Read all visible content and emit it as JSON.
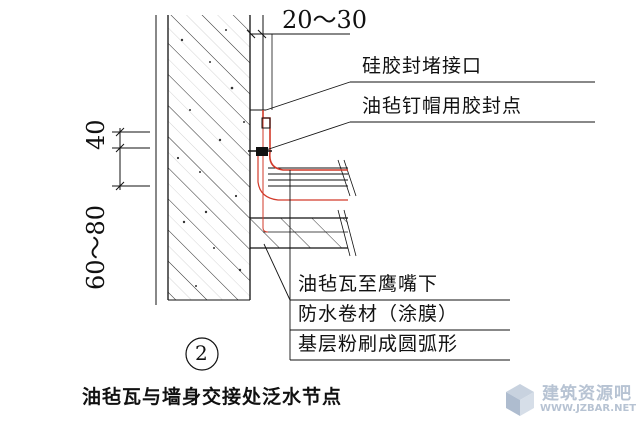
{
  "dimensions": {
    "top": "20～30",
    "vertical_small": "40",
    "vertical_large": "60～80"
  },
  "callouts": {
    "seal": "硅胶封堵接口",
    "nail": "油毡钉帽用胶封点",
    "tile": "油毡瓦至鹰嘴下",
    "membrane": "防水卷材（涂膜）",
    "base": "基层粉刷成圆弧形"
  },
  "detail_number": "2",
  "caption": "油毡瓦与墙身交接处泛水节点",
  "watermark": {
    "cn": "建筑资源吧",
    "en": "WWW.JZBAR.NET"
  },
  "colors": {
    "line": "#111111",
    "membrane": "#d23a2a",
    "watermark": "#b7c3d3"
  }
}
